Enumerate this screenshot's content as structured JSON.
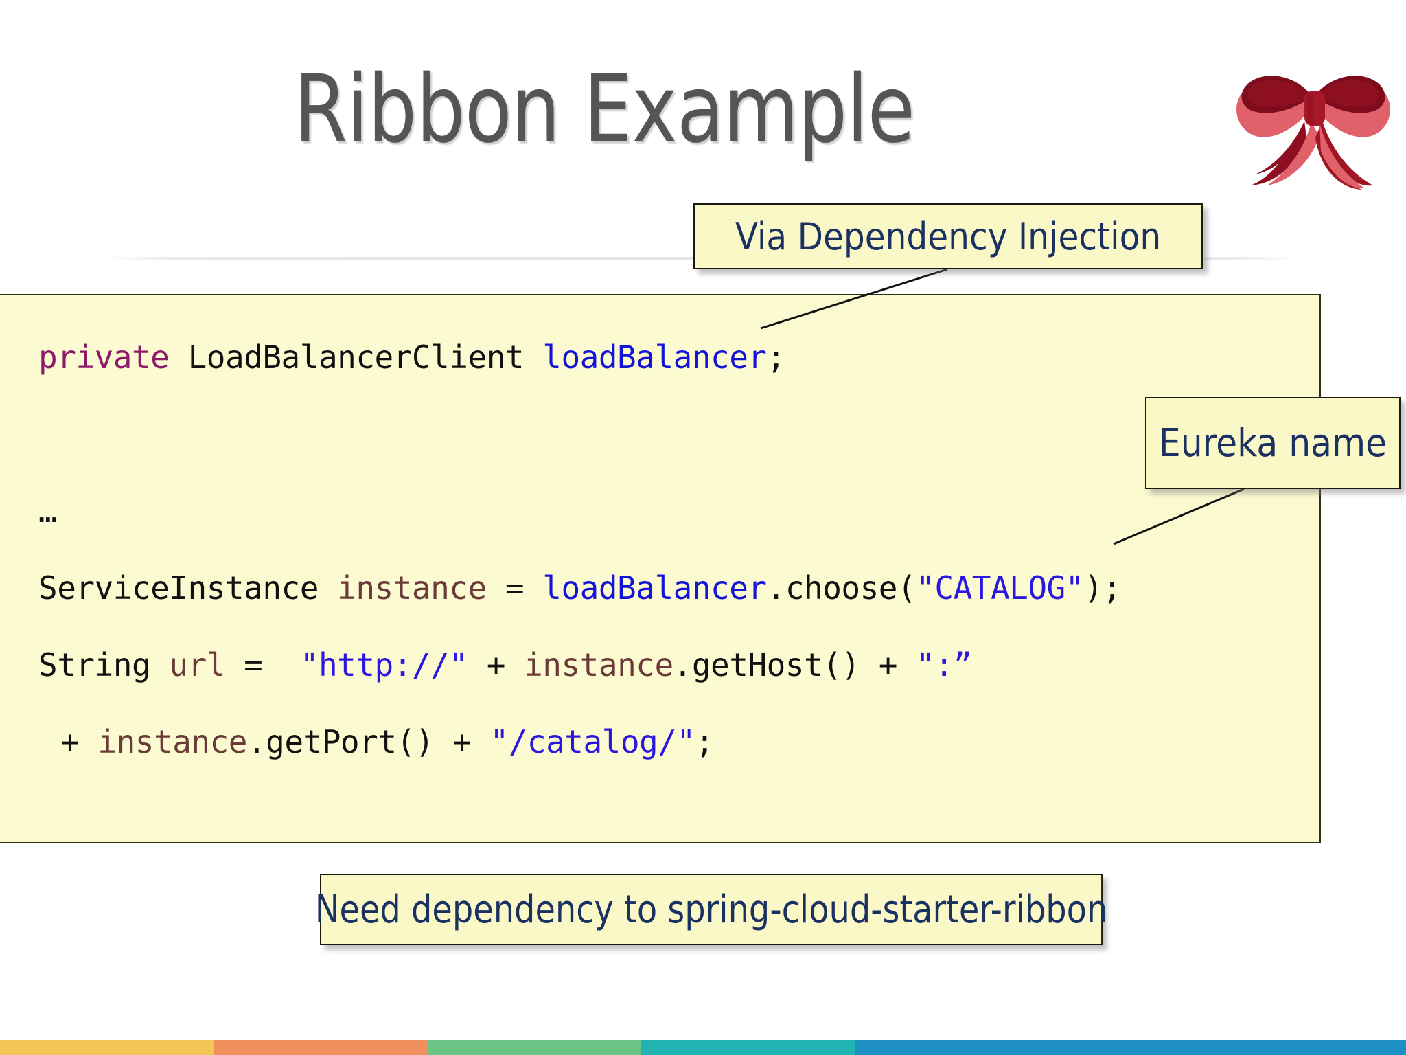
{
  "slide": {
    "title": "Ribbon Example",
    "title_color": "#555555",
    "background": "#ffffff",
    "decoration_icon": "ribbon-bow-icon"
  },
  "code_block": {
    "background": "#fcfad0",
    "border_color": "#2d2d18",
    "language": "java",
    "lines": [
      {
        "id": "line-1",
        "text": "private LoadBalancerClient loadBalancer;",
        "tokens": [
          {
            "t": "private",
            "c": "kw"
          },
          {
            "t": " ",
            "c": "plain"
          },
          {
            "t": "LoadBalancerClient",
            "c": "type"
          },
          {
            "t": " ",
            "c": "plain"
          },
          {
            "t": "loadBalancer",
            "c": "var"
          },
          {
            "t": ";",
            "c": "plain"
          }
        ]
      },
      {
        "id": "line-2",
        "text": "",
        "tokens": []
      },
      {
        "id": "line-3",
        "text": "…",
        "tokens": [
          {
            "t": "…",
            "c": "plain"
          }
        ]
      },
      {
        "id": "line-4",
        "text": "ServiceInstance instance = loadBalancer.choose(\"CATALOG\");",
        "tokens": [
          {
            "t": "ServiceInstance",
            "c": "type"
          },
          {
            "t": " ",
            "c": "plain"
          },
          {
            "t": "instance",
            "c": "local"
          },
          {
            "t": " = ",
            "c": "plain"
          },
          {
            "t": "loadBalancer",
            "c": "var"
          },
          {
            "t": ".choose(",
            "c": "plain"
          },
          {
            "t": "\"CATALOG\"",
            "c": "str"
          },
          {
            "t": ");",
            "c": "plain"
          }
        ]
      },
      {
        "id": "line-5",
        "text": "String url =  \"http://\" + instance.getHost() + \":”",
        "tokens": [
          {
            "t": "String",
            "c": "type"
          },
          {
            "t": " ",
            "c": "plain"
          },
          {
            "t": "url",
            "c": "local"
          },
          {
            "t": " =  ",
            "c": "plain"
          },
          {
            "t": "\"http://\"",
            "c": "str"
          },
          {
            "t": " + ",
            "c": "plain"
          },
          {
            "t": "instance",
            "c": "local"
          },
          {
            "t": ".getHost()",
            "c": "plain"
          },
          {
            "t": " + ",
            "c": "plain"
          },
          {
            "t": "\":”",
            "c": "str"
          }
        ]
      },
      {
        "id": "line-6",
        "indent": true,
        "text": " + instance.getPort() + \"/catalog/\";",
        "tokens": [
          {
            "t": "+ ",
            "c": "plain"
          },
          {
            "t": "instance",
            "c": "local"
          },
          {
            "t": ".getPort()",
            "c": "plain"
          },
          {
            "t": " + ",
            "c": "plain"
          },
          {
            "t": "\"/catalog/\"",
            "c": "str"
          },
          {
            "t": ";",
            "c": "plain"
          }
        ]
      }
    ],
    "token_colors": {
      "kw": "#8e1a6b",
      "type": "#111111",
      "var": "#1414d8",
      "local": "#6b3a3a",
      "str": "#2a18e0",
      "plain": "#111111"
    }
  },
  "callouts": [
    {
      "id": "callout-di",
      "label": "Via Dependency Injection",
      "background": "#fbf8c8",
      "text_color": "#1b3162",
      "points_to": "loadBalancer field declaration"
    },
    {
      "id": "callout-eureka",
      "label": "Eureka name",
      "background": "#fbf8c8",
      "text_color": "#1b3162",
      "points_to": "\"CATALOG\" string literal"
    },
    {
      "id": "callout-dependency",
      "label": "Need dependency to spring-cloud-starter-ribbon",
      "background": "#fbf8c8",
      "text_color": "#1b3162",
      "points_to": ""
    }
  ],
  "color_band": {
    "segments": [
      {
        "name": "gold",
        "color": "#f3c657",
        "width_pct": 15.2
      },
      {
        "name": "orange",
        "color": "#ef8f5d",
        "width_pct": 15.2
      },
      {
        "name": "green",
        "color": "#6dc487",
        "width_pct": 15.2
      },
      {
        "name": "teal",
        "color": "#21b3b1",
        "width_pct": 15.2
      },
      {
        "name": "blue",
        "color": "#1e8fc3",
        "width_pct": 39.2
      }
    ]
  }
}
